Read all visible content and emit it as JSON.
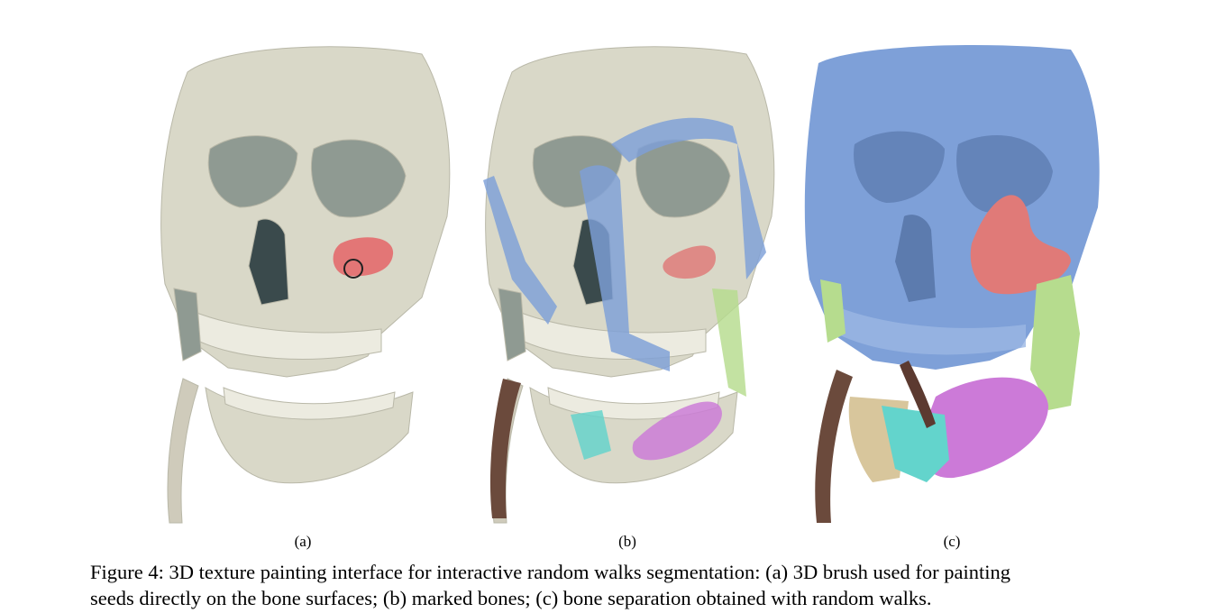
{
  "figure": {
    "panels": [
      {
        "id": "a",
        "label": "(a)",
        "palette": "plain",
        "seeds": [
          "orbital-brush"
        ]
      },
      {
        "id": "b",
        "label": "(b)",
        "palette": "marked",
        "seeds": [
          "blue-strokes",
          "red-patch",
          "green-ramus",
          "cyan-chin",
          "magenta-jaw",
          "brown-tube"
        ]
      },
      {
        "id": "c",
        "label": "(c)",
        "palette": "segmented",
        "seeds": [
          "blue-cranium",
          "red-zygoma",
          "green-ramus",
          "cyan-chin",
          "magenta-jaw",
          "tan-jaw",
          "brown-tube"
        ]
      }
    ],
    "caption_lines": [
      "Figure 4: 3D texture painting interface for interactive random walks segmentation: (a) 3D brush used for painting",
      "seeds directly on the bone surfaces; (b) marked bones; (c) bone separation obtained with random walks."
    ],
    "colors": {
      "bone": "#d9d8c8",
      "bone_shadow": "#8f9a92",
      "dark": "#3a4a4c",
      "blue": "#7ea0d8",
      "red": "#e07a78",
      "green": "#b6dc8e",
      "cyan": "#63d4cc",
      "magenta": "#cc7ad8",
      "tan": "#d8c69c",
      "brown": "#6b4a3c"
    }
  }
}
